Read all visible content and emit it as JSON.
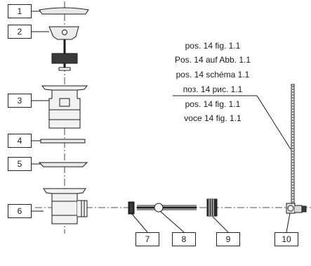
{
  "callouts": [
    "1",
    "2",
    "3",
    "4",
    "5",
    "6",
    "7",
    "8",
    "9",
    "10"
  ],
  "reference_note": [
    "pos. 14 fig. 1.1",
    "Pos. 14 auf Abb. 1.1",
    "pos. 14 schéma 1.1",
    "поз. 14 рис. 1.1",
    "pos. 14 fig. 1.1",
    "voce 14 fig. 1.1"
  ]
}
